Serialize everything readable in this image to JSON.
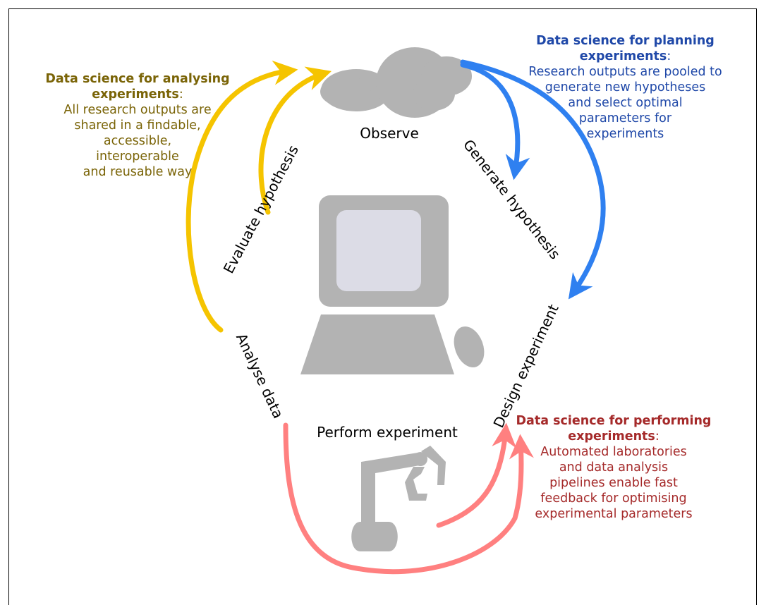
{
  "cycle": {
    "observe": "Observe",
    "generate": "Generate hypothesis",
    "design": "Design experiment",
    "perform": "Perform experiment",
    "analyse": "Analyse data",
    "evaluate": "Evaluate hypothesis"
  },
  "panels": {
    "analysing": {
      "title": "Data science for analysing experiments",
      "colon": ":",
      "lines": [
        "All research outputs are",
        "shared in a findable,",
        "accessible,",
        "interoperable",
        "and reusable way"
      ]
    },
    "planning": {
      "title": "Data science for planning experiments",
      "colon": ":",
      "lines": [
        "Research outputs are pooled to",
        "generate new hypotheses",
        "and select optimal",
        "parameters for",
        "experiments"
      ]
    },
    "performing": {
      "title": "Data science for performing experiments",
      "colon": ":",
      "lines": [
        "Automated laboratories",
        "and data analysis",
        "pipelines enable fast",
        "feedback for optimising",
        "experimental parameters"
      ]
    }
  },
  "colors": {
    "analysing": "#f5c400",
    "planning": "#2f80f0",
    "performing": "#ff8080",
    "icons": "#b3b3b3",
    "screen": "#dcdce6"
  },
  "icons": [
    "cloud-icon",
    "computer-icon",
    "robot-arm-icon"
  ]
}
